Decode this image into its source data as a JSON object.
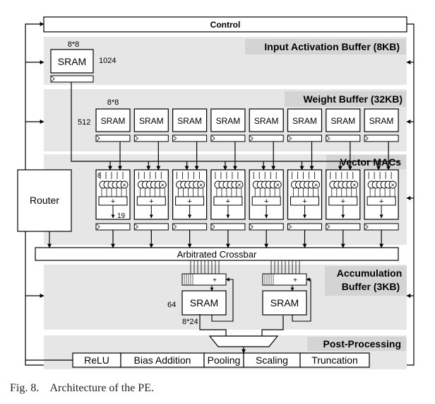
{
  "diagram": {
    "control": "Control",
    "input_buffer": {
      "title": "Input Activation Buffer (8KB)",
      "sram": "SRAM",
      "width": "8*8",
      "depth": "1024"
    },
    "weight_buffer": {
      "title": "Weight Buffer (32KB)",
      "sram": "SRAM",
      "width": "8*8",
      "depth": "512",
      "banks": 8
    },
    "vector_macs": {
      "title": "Vector MACs",
      "in_label": "8",
      "plus": "+",
      "out_label": "19",
      "units": 8
    },
    "router": "Router",
    "crossbar": "Arbitrated Crossbar",
    "accumulation_buffer": {
      "title_line1": "Accumulation",
      "title_line2": "Buffer (3KB)",
      "sram": "SRAM",
      "depth": "64",
      "width": "8*24",
      "plus": "+"
    },
    "post_processing": {
      "title": "Post-Processing",
      "stages": [
        "ReLU",
        "Bias Addition",
        "Pooling",
        "Scaling",
        "Truncation"
      ]
    },
    "caption": "Fig. 8.    Architecture of the PE."
  }
}
